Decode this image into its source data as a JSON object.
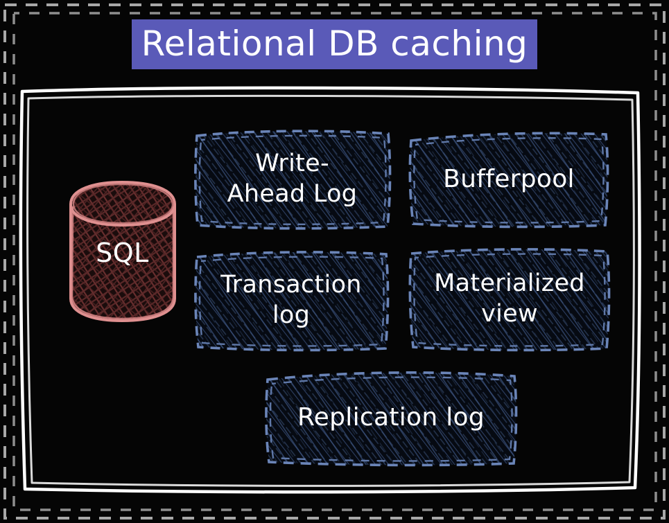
{
  "slide": {
    "title": "Relational DB caching",
    "title_highlight_color": "#5a5ab8",
    "background_color": "#050505",
    "frame_color": "#ffffff",
    "outer_border_style": "dashed",
    "outer_border_color": "#b0b0b0"
  },
  "database": {
    "label": "SQL",
    "shape": "cylinder",
    "outline_color": "#df9090",
    "fill_color": "#5a2828",
    "icon": "database-cylinder-icon"
  },
  "boxes": [
    {
      "id": "write-ahead-log",
      "label": "Write-\nAhead Log",
      "line1": "Write-",
      "line2": "Ahead Log",
      "border_color": "#6b85b8",
      "hatch_color": "#2a3a58",
      "border_style": "dashed"
    },
    {
      "id": "bufferpool",
      "label": "Bufferpool",
      "line1": "Bufferpool",
      "line2": "",
      "border_color": "#6b85b8",
      "hatch_color": "#2a3a58",
      "border_style": "dashed"
    },
    {
      "id": "transaction-log",
      "label": "Transaction\nlog",
      "line1": "Transaction",
      "line2": "log",
      "border_color": "#6b85b8",
      "hatch_color": "#2a3a58",
      "border_style": "dashed"
    },
    {
      "id": "materialized-view",
      "label": "Materialized\nview",
      "line1": "Materialized",
      "line2": "view",
      "border_color": "#6b85b8",
      "hatch_color": "#2a3a58",
      "border_style": "dashed"
    },
    {
      "id": "replication-log",
      "label": "Replication log",
      "line1": "Replication log",
      "line2": "",
      "border_color": "#6b85b8",
      "hatch_color": "#2a3a58",
      "border_style": "dashed"
    }
  ]
}
